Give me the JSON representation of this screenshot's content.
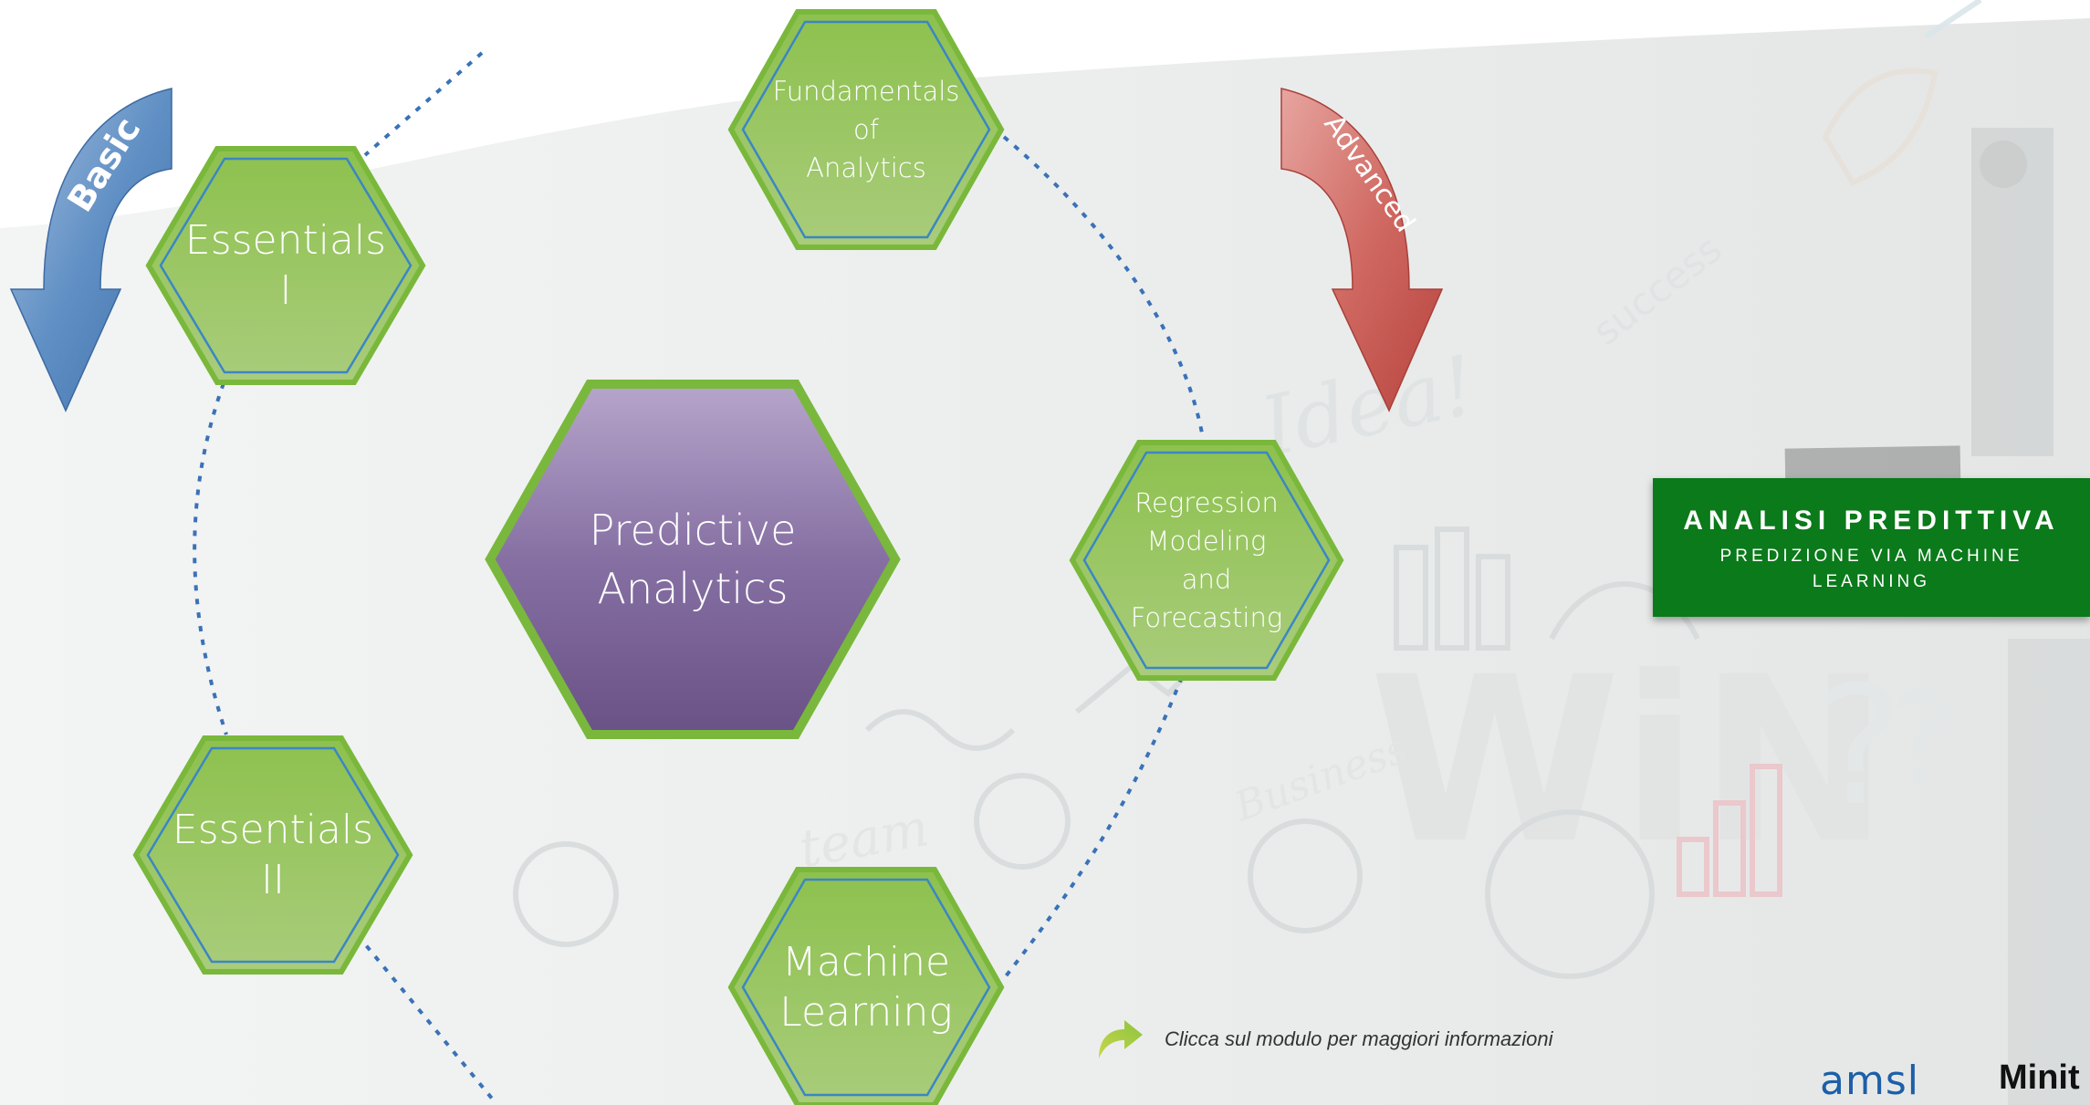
{
  "arrows": {
    "basic_label": "Basic",
    "advanced_label": "Advanced"
  },
  "modules": {
    "essentials_1": [
      "Essentials",
      "I"
    ],
    "essentials_2": [
      "Essentials",
      "II"
    ],
    "fundamentals": [
      "Fundamentals",
      "of",
      "Analytics"
    ],
    "regression": [
      "Regression",
      "Modeling",
      "and",
      "Forecasting"
    ],
    "machine_learning": [
      "Machine",
      "Learning"
    ],
    "center": [
      "Predictive",
      "Analytics"
    ]
  },
  "banner": {
    "title": "ANALISI PREDITTIVA",
    "subtitle": "PREDIZIONE VIA MACHINE LEARNING"
  },
  "hint": {
    "text": "Clicca sul modulo per maggiori informazioni",
    "icon": "curved-arrow-icon"
  },
  "logos": {
    "amsl": "amsl",
    "minitab": "Minit"
  },
  "colors": {
    "hex_green": "#8dc14e",
    "hex_green_border": "#79b83d",
    "hex_inner_line": "#3b86c5",
    "center_purple": "#8a73a8",
    "basic_arrow": "#4e7fb8",
    "advanced_arrow": "#c9504a",
    "banner_green": "#0a7a1a",
    "dotted_path": "#3a72b8"
  }
}
